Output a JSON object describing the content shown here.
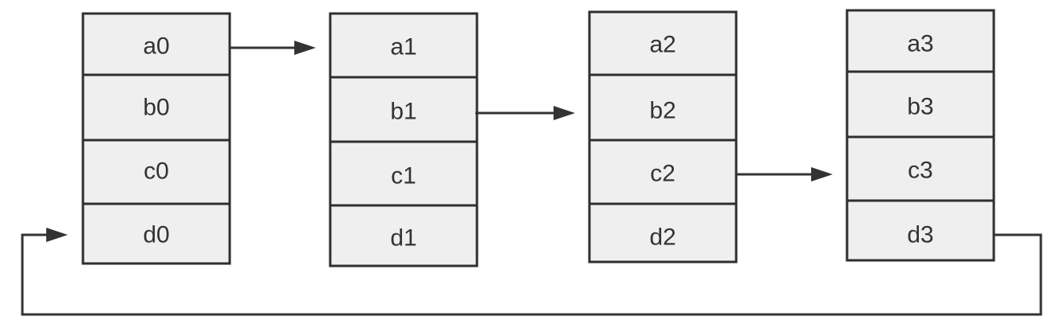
{
  "diagram": {
    "columns": [
      {
        "cells": [
          "a0",
          "b0",
          "c0",
          "d0"
        ]
      },
      {
        "cells": [
          "a1",
          "b1",
          "c1",
          "d1"
        ]
      },
      {
        "cells": [
          "a2",
          "b2",
          "c2",
          "d2"
        ]
      },
      {
        "cells": [
          "a3",
          "b3",
          "c3",
          "d3"
        ]
      }
    ]
  },
  "colors": {
    "background": "#ffffff",
    "cell_fill": "#efefef",
    "cell_border": "#2f2f2f",
    "label_text": "#333333",
    "arrow": "#333333"
  }
}
